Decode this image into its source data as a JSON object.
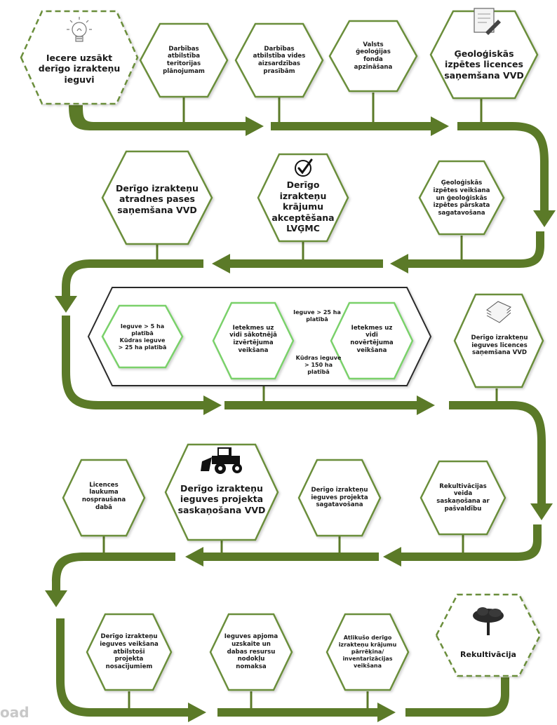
{
  "colors": {
    "arrow": "#5b7a28",
    "hex_stroke": "#6b8e3a",
    "hex_stroke_light": "#7ad16b",
    "inner_box_stroke": "#2b2b2b",
    "text": "#1a1a1a"
  },
  "steps": {
    "s1": "Iecere uzsākt\nderīgo izrakteņu\nieguvi",
    "s2": "Darbības\natbilstība\nteritorijas\nplānojumam",
    "s3": "Darbības\natbilstība vides\naizsardzības\nprasībām",
    "s4": "Valsts\nģeoloģijas\nfonda\napzināšana",
    "s5": "Ģeoloģiskās\nizpētes licences\nsaņemšana VVD",
    "s6": "Ģeoloģiskās\nizpētes veikšana\nun ģeoloģiskās\nizpētes pārskata\nsagatavošana",
    "s7": "Derīgo izrakteņu\nkrājumu\nakceptēšana\nLVĢMC",
    "s8": "Derīgo izrakteņu\natradnes pases\nsaņemšana VVD",
    "s9": "Ieguve > 5 ha\nplatībā\nKūdras ieguve\n> 25 ha platībā",
    "s10": "Ietekmes uz\nvidi sākotnējā\nizvērtējuma\nveikšana",
    "s11": "Ietekmes uz\nvidi\nnovērtējuma\nveikšana",
    "s12": "Derīgo izrakteņu\nieguves licences\nsaņemšana VVD",
    "s13": "Rekultivācijas\nveida\nsaskaņošana ar\npašvaldību",
    "s14": "Derīgo izrakteņu\nieguves projekta\nsagatavošana",
    "s15": "Derīgo izrakteņu\nieguves projekta\nsaskaņošana VVD",
    "s16": "Licences\nlaukuma\nnospraušana\ndabā",
    "s17": "Derīgo izrakteņu\nieguves veikšana\natbilstoši\nprojekta\nnosacījumiem",
    "s18": "Ieguves apjoma\nuzskaite un\ndabas resursu\nnodokļu\nnomaksa",
    "s19": "Atlikušo derīgo\nizrakteņu krājumu\npārrēķina/\ninventarizācijas\nveikšana",
    "s20": "Rekultivācija"
  },
  "conditions": {
    "upper": "Ieguve > 25 ha\nplatībā",
    "lower": "Kūdras ieguve\n> 150 ha\nplatībā"
  },
  "icons": {
    "s1": "lightbulb-icon",
    "s5": "document-pen-icon",
    "s7": "checkmark-circle-icon",
    "s12": "paper-stack-icon",
    "s15": "bulldozer-icon",
    "s20": "tree-icon"
  },
  "watermark": "oad"
}
